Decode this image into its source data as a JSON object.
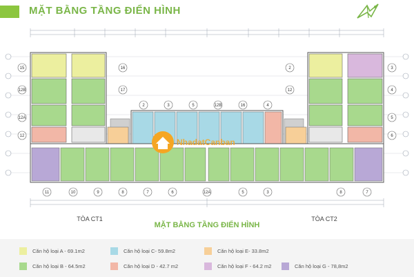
{
  "title": "MẶT BẰNG TẦNG ĐIỂN HÌNH",
  "subtitle": "MẶT BẰNG TẦNG ĐIỂN HÌNH",
  "watermark": "NhadatCanban",
  "towers": {
    "left": "TÒA CT1",
    "right": "TÒA CT2"
  },
  "unit_numbers": {
    "ct1_left_col": [
      "15",
      "12B",
      "12A",
      "12"
    ],
    "ct1_right_col": [
      "16",
      "17"
    ],
    "ct2_left_col": [
      "2",
      "12"
    ],
    "ct2_right_col": [
      "3",
      "4",
      "5",
      "6"
    ],
    "center_row": [
      "2",
      "3",
      "5",
      "12B",
      "16",
      "4"
    ],
    "bottom_row": [
      "11",
      "10",
      "9",
      "8",
      "7",
      "6",
      "12A",
      "5",
      "3",
      "8",
      "7"
    ]
  },
  "legend": [
    {
      "label": "Căn hộ loại A - 69.1m2",
      "color": "#ecef9f"
    },
    {
      "label": "Căn hộ loại C- 59.8m2",
      "color": "#a8d9e6"
    },
    {
      "label": "Căn hộ loại E- 33.8m2",
      "color": "#f7cf98"
    },
    {
      "label": "Căn hộ loại B - 64.5m2",
      "color": "#a8d98d"
    },
    {
      "label": "Căn hộ loại D - 42.7 m2",
      "color": "#f2b7a7"
    },
    {
      "label": "Căn hộ loại F - 64.2 m2",
      "color": "#d9b8dd"
    },
    {
      "label": "Căn hộ loại G - 78,8m2",
      "color": "#b8a8d6"
    }
  ],
  "colors": {
    "A": "#ecef9f",
    "B": "#a8d98d",
    "C": "#a8d9e6",
    "D": "#f2b7a7",
    "E": "#f7cf98",
    "F": "#d9b8dd",
    "G": "#b8a8d6",
    "accent": "#7ab648",
    "watermark_orange": "#f5a623"
  },
  "icons": [
    "leaf-logo-icon",
    "house-watermark-icon"
  ]
}
